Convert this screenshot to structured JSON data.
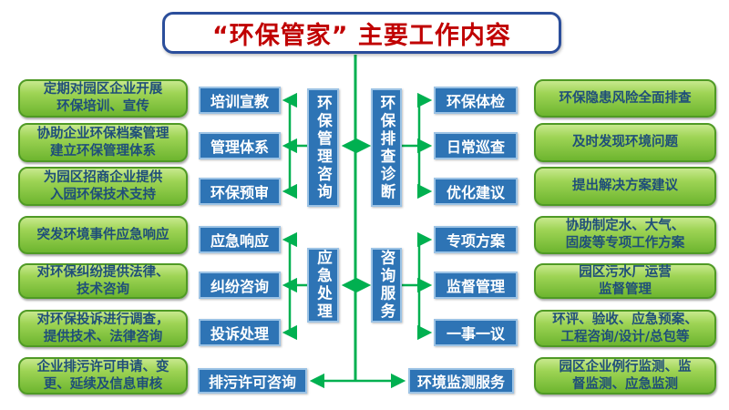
{
  "title": "“环保管家” 主要工作内容",
  "colors": {
    "title_text": "#c00000",
    "title_border": "#2b4e9b",
    "green_box": "#8cc63f",
    "green_box_text": "#1f4e79",
    "blue_box": "#2e74b5",
    "blue_box_text": "#ffffff",
    "connector_green": "#00b050"
  },
  "columns": {
    "left_outcomes": [
      "定期对园区企业开展\n环保培训、宣传",
      "协助企业环保档案管理\n建立环保管理体系",
      "为园区招商企业提供\n入园环保技术支持",
      "突发环境事件应急响应",
      "对环保纠纷提供法律、\n技术咨询",
      "对环保投诉进行调查，\n提供技术、法律咨询",
      "企业排污许可申请、变\n更、延续及信息审核"
    ],
    "right_outcomes": [
      "环保隐患风险全面排查",
      "及时发现环境问题",
      "提出解决方案建议",
      "协助制定水、大气、\n固废等专项工作方案",
      "园区污水厂运营\n监督管理",
      "环评、验收、应急预案、\n工程咨询/设计/总包等",
      "园区企业例行监测、监\n督监测、应急监测"
    ]
  },
  "groups": {
    "management": {
      "hub": "环保管理咨询",
      "items": [
        "培训宣教",
        "管理体系",
        "环保预审"
      ]
    },
    "inspection": {
      "hub": "环保排查诊断",
      "items": [
        "环保体检",
        "日常巡查",
        "优化建议"
      ]
    },
    "emergency": {
      "hub": "应急处理",
      "items": [
        "应急响应",
        "纠纷咨询",
        "投诉处理"
      ]
    },
    "consulting": {
      "hub": "咨询服务",
      "items": [
        "专项方案",
        "监督管理",
        "一事一议"
      ]
    },
    "bottom": {
      "left": "排污许可咨询",
      "right": "环境监测服务"
    }
  }
}
